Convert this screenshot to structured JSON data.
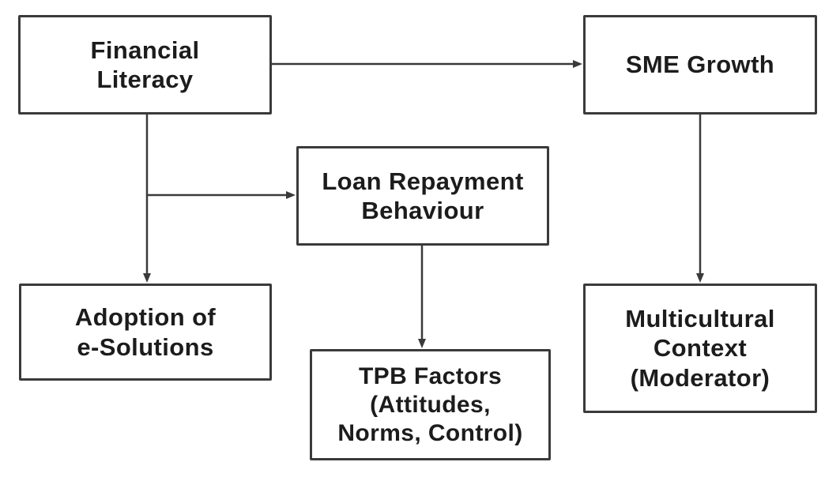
{
  "diagram": {
    "background_color": "#ffffff",
    "box_border_color": "#3a3a3a",
    "arrow_color": "#3a3a3a",
    "text_color": "#1c1c1c",
    "nodes": [
      {
        "id": "financial-literacy",
        "label": "Financial\nLiteracy"
      },
      {
        "id": "sme-growth",
        "label": "SME Growth"
      },
      {
        "id": "loan-repayment-behaviour",
        "label": "Loan Repayment\nBehaviour"
      },
      {
        "id": "adoption-of-e-solutions",
        "label": "Adoption of\ne-Solutions"
      },
      {
        "id": "tpb-factors",
        "label": "TPB Factors\n(Attitudes,\nNorms, Control)"
      },
      {
        "id": "multicultural-context",
        "label": "Multicultural\nContext\n(Moderator)"
      }
    ],
    "edges": [
      {
        "from": "financial-literacy",
        "to": "sme-growth"
      },
      {
        "from": "financial-literacy",
        "to": "adoption-of-e-solutions"
      },
      {
        "from": "financial-literacy",
        "to": "loan-repayment-behaviour"
      },
      {
        "from": "loan-repayment-behaviour",
        "to": "tpb-factors"
      },
      {
        "from": "sme-growth",
        "to": "multicultural-context"
      }
    ]
  }
}
